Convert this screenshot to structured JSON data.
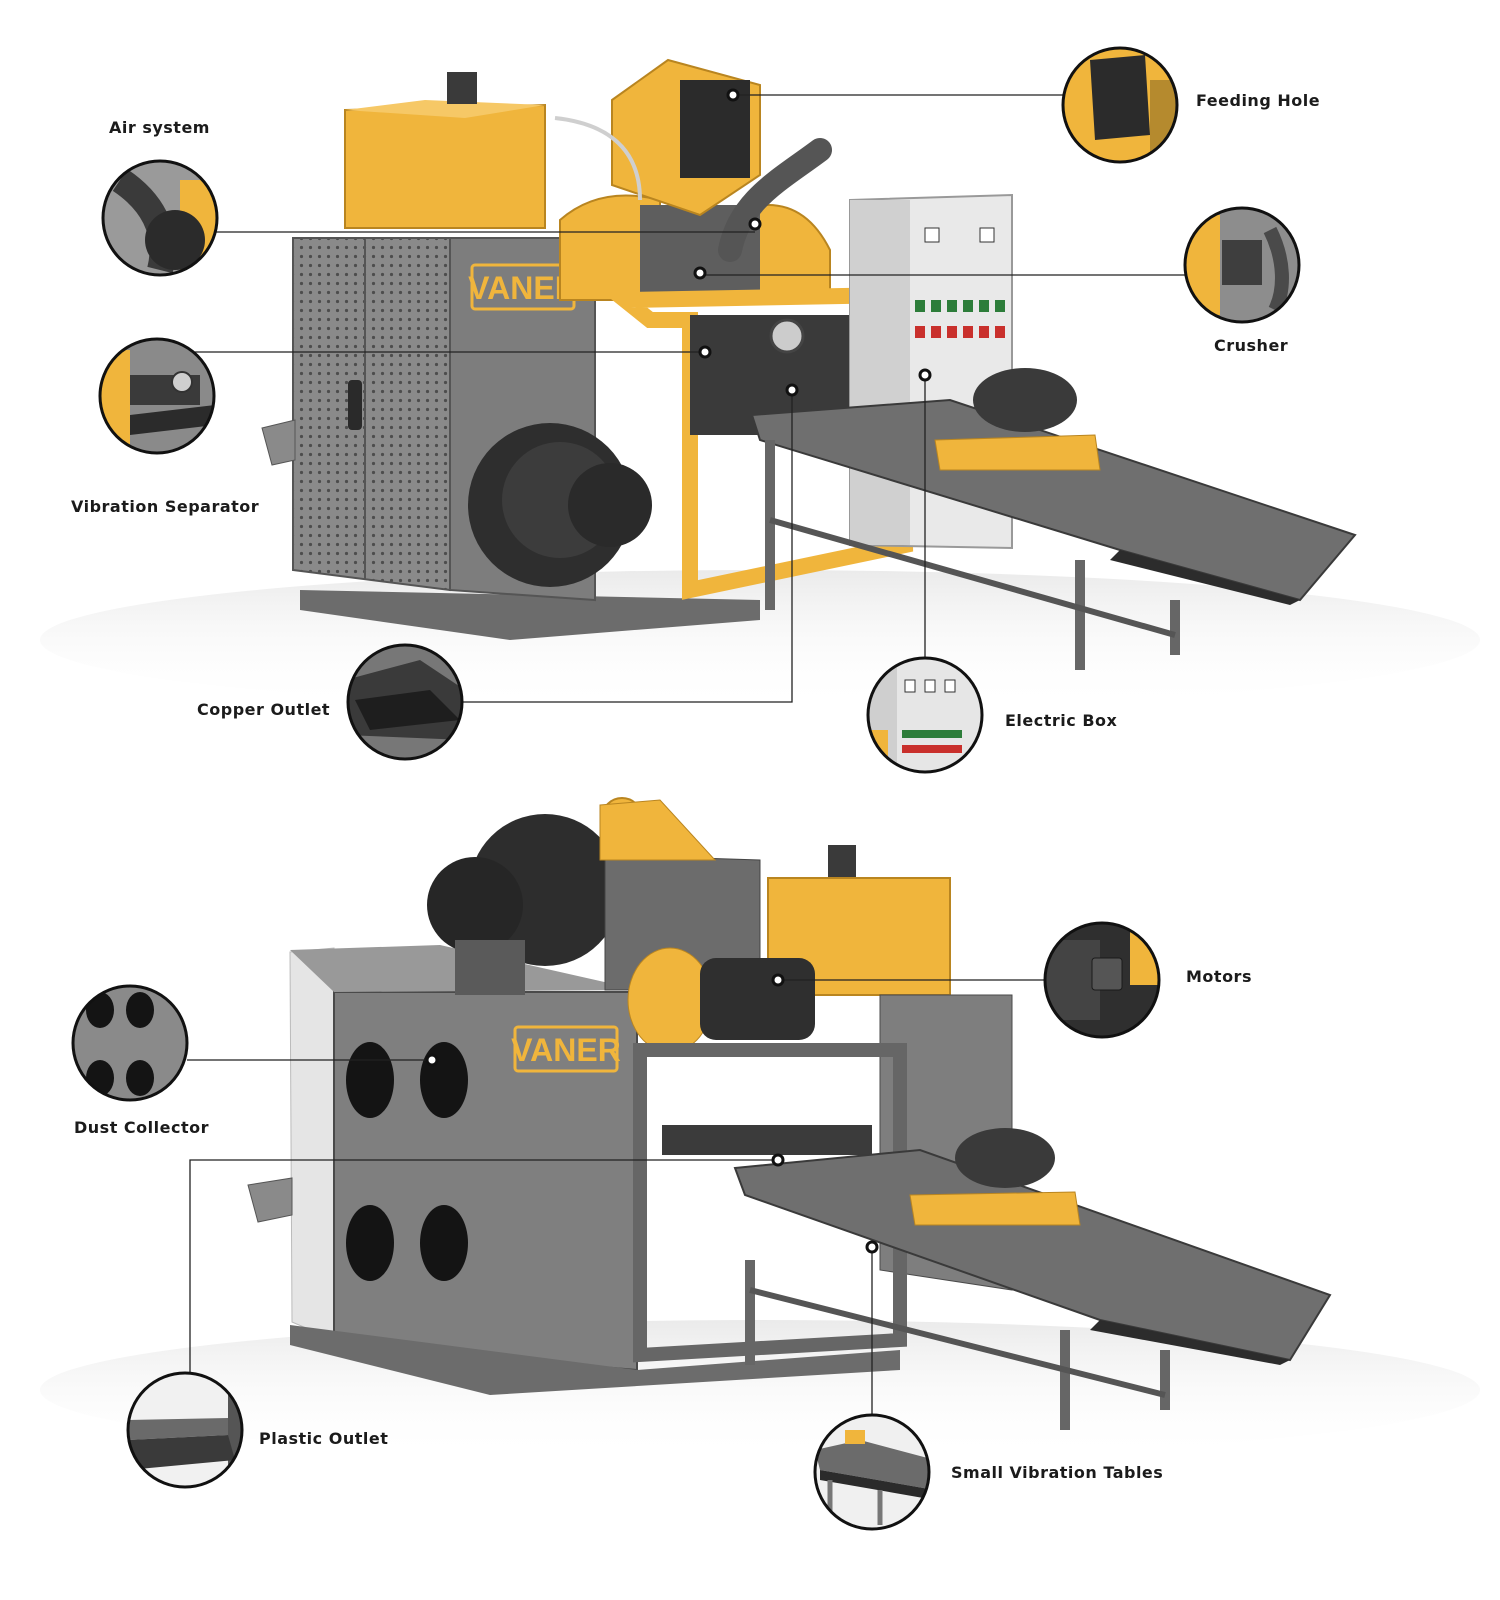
{
  "brand": {
    "name": "VANER",
    "color": "#f2b441"
  },
  "colors": {
    "machine_gray": "#7b7b7b",
    "machine_dark": "#3a3a3a",
    "accent_yellow": "#f0b53c",
    "callout_line": "#222222"
  },
  "top_machine": {
    "callouts": [
      {
        "id": "air-system",
        "label": "Air system"
      },
      {
        "id": "feeding-hole",
        "label": "Feeding Hole"
      },
      {
        "id": "crusher",
        "label": "Crusher"
      },
      {
        "id": "vibration-separator",
        "label": "Vibration Separator"
      },
      {
        "id": "copper-outlet",
        "label": "Copper Outlet"
      },
      {
        "id": "electric-box",
        "label": "Electric Box"
      }
    ]
  },
  "bottom_machine": {
    "callouts": [
      {
        "id": "motors",
        "label": "Motors"
      },
      {
        "id": "dust-collector",
        "label": "Dust Collector"
      },
      {
        "id": "plastic-outlet",
        "label": "Plastic Outlet"
      },
      {
        "id": "small-vibration-tables",
        "label": "Small Vibration Tables"
      }
    ]
  }
}
